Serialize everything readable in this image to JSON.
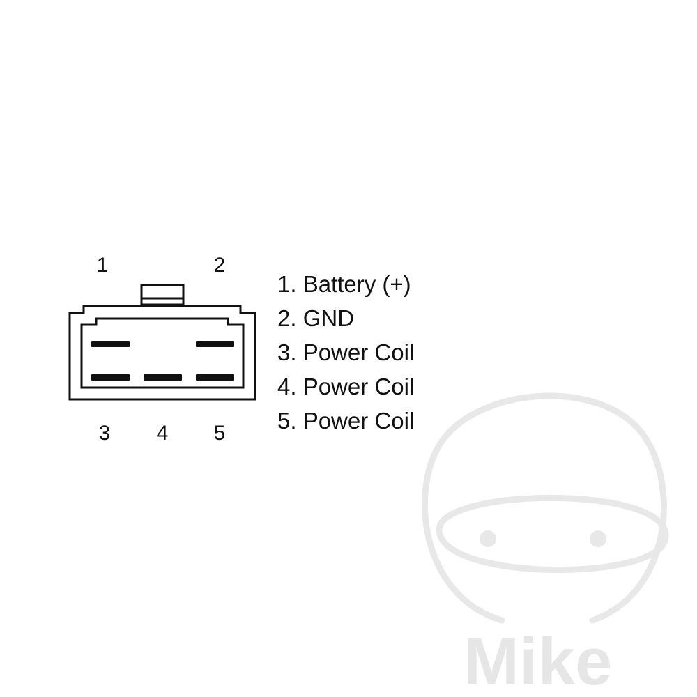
{
  "colors": {
    "ink": "#111111",
    "watermark": "#e6e6e6",
    "background": "#ffffff"
  },
  "connector": {
    "pin_labels": {
      "pin1": "1",
      "pin2": "2",
      "pin3": "3",
      "pin4": "4",
      "pin5": "5"
    }
  },
  "legend": {
    "items": [
      "1. Battery (+)",
      "2. GND",
      "3. Power Coil",
      "4. Power Coil",
      "5. Power Coil"
    ]
  },
  "watermark": {
    "icon": "helmet-icon",
    "text": "Mike"
  }
}
